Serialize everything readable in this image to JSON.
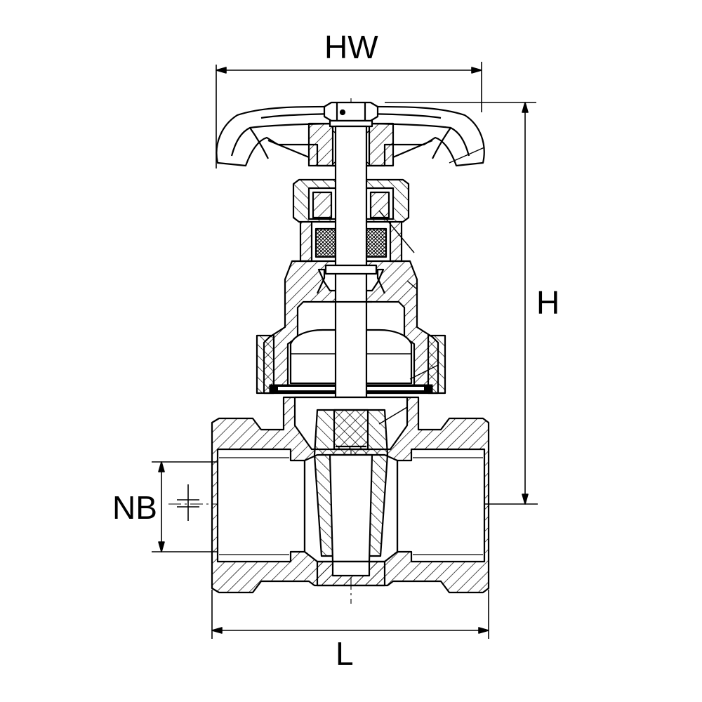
{
  "drawing": {
    "type": "gate-valve-cross-section",
    "colors": {
      "line": "#000000",
      "background": "#ffffff"
    }
  },
  "dimensions": {
    "hw": "HW",
    "h": "H",
    "nb": "NB",
    "l": "L"
  }
}
